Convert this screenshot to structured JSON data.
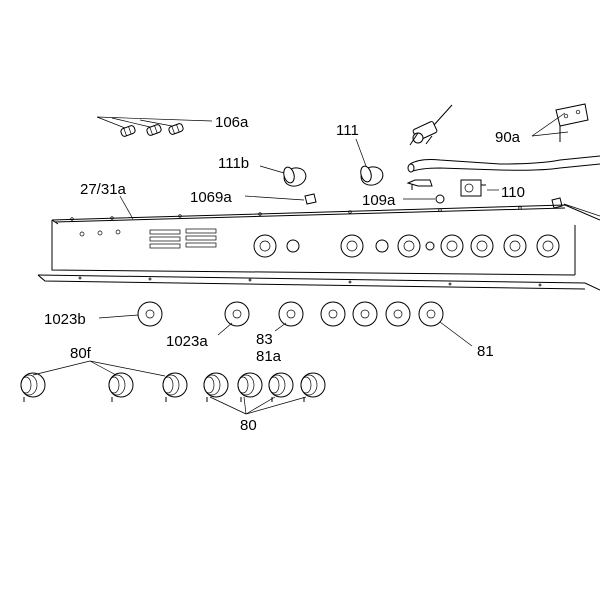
{
  "labels": {
    "l106a": "106a",
    "l111": "111",
    "l111b": "111b",
    "l90a": "90a",
    "l27_31a": "27/31a",
    "l1069a": "1069a",
    "l109a": "109a",
    "l110": "110",
    "l1023b": "1023b",
    "l1023a": "1023a",
    "l83": "83",
    "l81a": "81a",
    "l81": "81",
    "l80f": "80f",
    "l80": "80"
  }
}
